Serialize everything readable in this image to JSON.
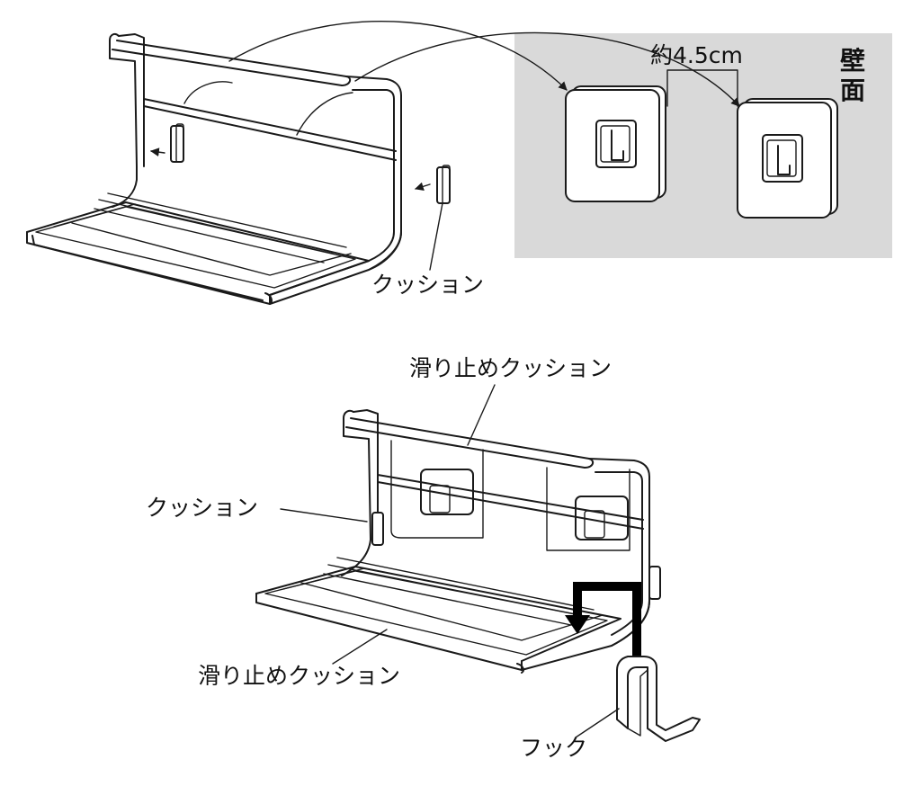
{
  "labels": {
    "wall": "壁面",
    "spacing": "約4.5cm",
    "cushion_top": "クッション",
    "antislip_top": "滑り止めクッション",
    "cushion_left": "クッション",
    "antislip_bottom": "滑り止めクッション",
    "hook": "フック"
  },
  "colors": {
    "wall_panel": "#d9d9d9",
    "line": "#1a1a1a",
    "arrow": "#000000"
  }
}
